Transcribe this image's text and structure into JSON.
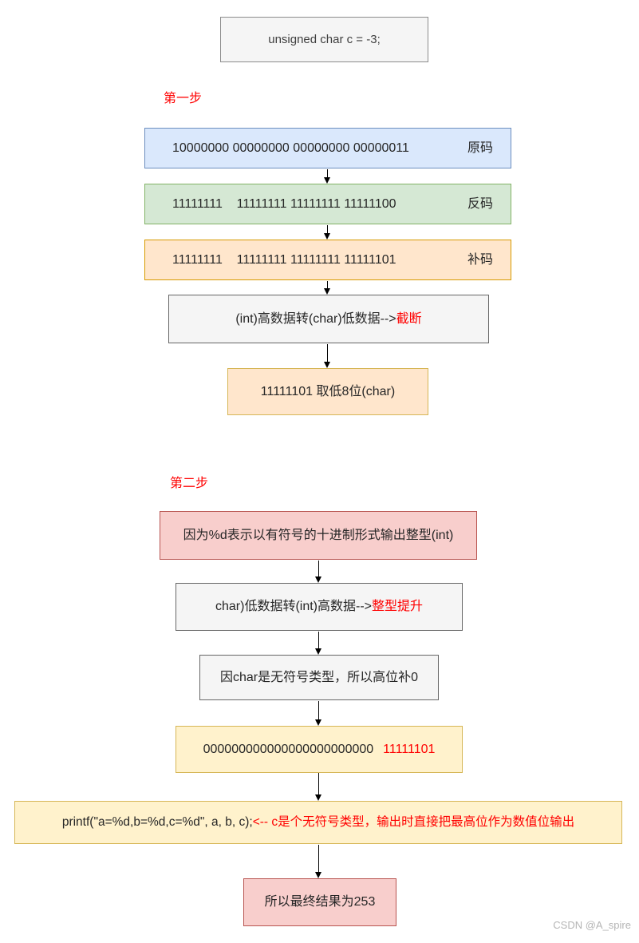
{
  "watermark": "CSDN @A_spire",
  "declaration": {
    "text": "unsigned char c = -3;"
  },
  "step1": {
    "label": "第一步",
    "original": {
      "binary": "10000000 00000000 00000000 00000011",
      "label": "原码"
    },
    "inverse": {
      "binary": "11111111    11111111 11111111 11111100",
      "label": "反码"
    },
    "complement": {
      "binary": "11111111    11111111 11111111 11111101",
      "label": "补码"
    },
    "truncate": {
      "text": "(int)高数据转(char)低数据-->",
      "highlight": "截断"
    },
    "low8": {
      "text": "11111101 取低8位(char)"
    }
  },
  "step2": {
    "label": "第二步",
    "reason": {
      "text": "因为%d表示以有符号的十进制形式输出整型(int)"
    },
    "promotion": {
      "text": "char)低数据转(int)高数据-->",
      "highlight": "整型提升"
    },
    "zero_fill": {
      "text": "因char是无符号类型，所以高位补0"
    },
    "promoted_binary": {
      "zeros": "000000000000000000000000",
      "low_bits": "11111101"
    },
    "printf": {
      "code": "printf(\"a=%d,b=%d,c=%d\", a, b, c);",
      "annotation": "<-- c是个无符号类型，输出时直接把最高位作为数值位输出"
    },
    "result": {
      "text": "所以最终结果为253"
    }
  },
  "colors": {
    "accent_red": "#ff0000",
    "blue_fill": "#dae8fc",
    "blue_stroke": "#6c8ebf",
    "green_fill": "#d5e8d4",
    "green_stroke": "#82b366",
    "orange_fill": "#ffe6cc",
    "orange_stroke": "#d79b00",
    "yellow_fill": "#fff2cc",
    "yellow_stroke": "#d6b656",
    "pink_fill": "#f8cecc",
    "pink_stroke": "#b85450",
    "gray_fill": "#f5f5f5",
    "gray_stroke": "#666666"
  }
}
